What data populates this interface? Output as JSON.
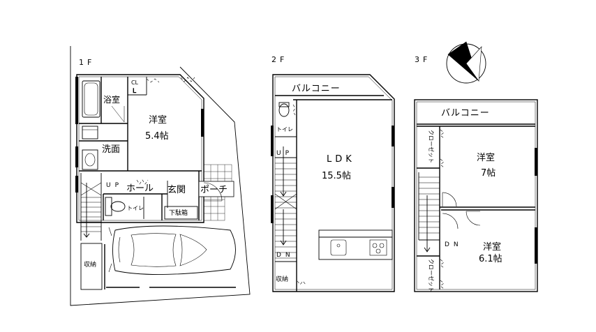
{
  "floors": {
    "f1": {
      "label": "1F",
      "rooms": {
        "bath": "浴室",
        "closet": "CL",
        "western": "洋室",
        "western_size": "5.4帖",
        "washroom": "洗面",
        "up": "UP",
        "hall": "ホール",
        "entrance": "玄関",
        "porch": "ポーチ",
        "toilet": "トイレ",
        "shoe_box": "下駄箱",
        "storage": "収納"
      }
    },
    "f2": {
      "label": "2F",
      "rooms": {
        "balcony": "バルコニー",
        "toilet": "トイレ",
        "up": "UP",
        "ldk": "LDK",
        "ldk_size": "15.5帖",
        "down": "DN",
        "storage": "収納"
      }
    },
    "f3": {
      "label": "3F",
      "rooms": {
        "balcony": "バルコニー",
        "closet_top": "クローゼット",
        "western_a": "洋室",
        "western_a_size": "7帖",
        "down": "DN",
        "western_b": "洋室",
        "western_b_size": "6.1帖",
        "closet_bottom": "クローゼット"
      }
    }
  },
  "icons": {
    "compass": "north-arrow-icon",
    "car": "car-icon",
    "bathtub": "bathtub-icon",
    "toilet": "toilet-icon",
    "sink": "sink-icon",
    "stove": "stove-icon"
  }
}
